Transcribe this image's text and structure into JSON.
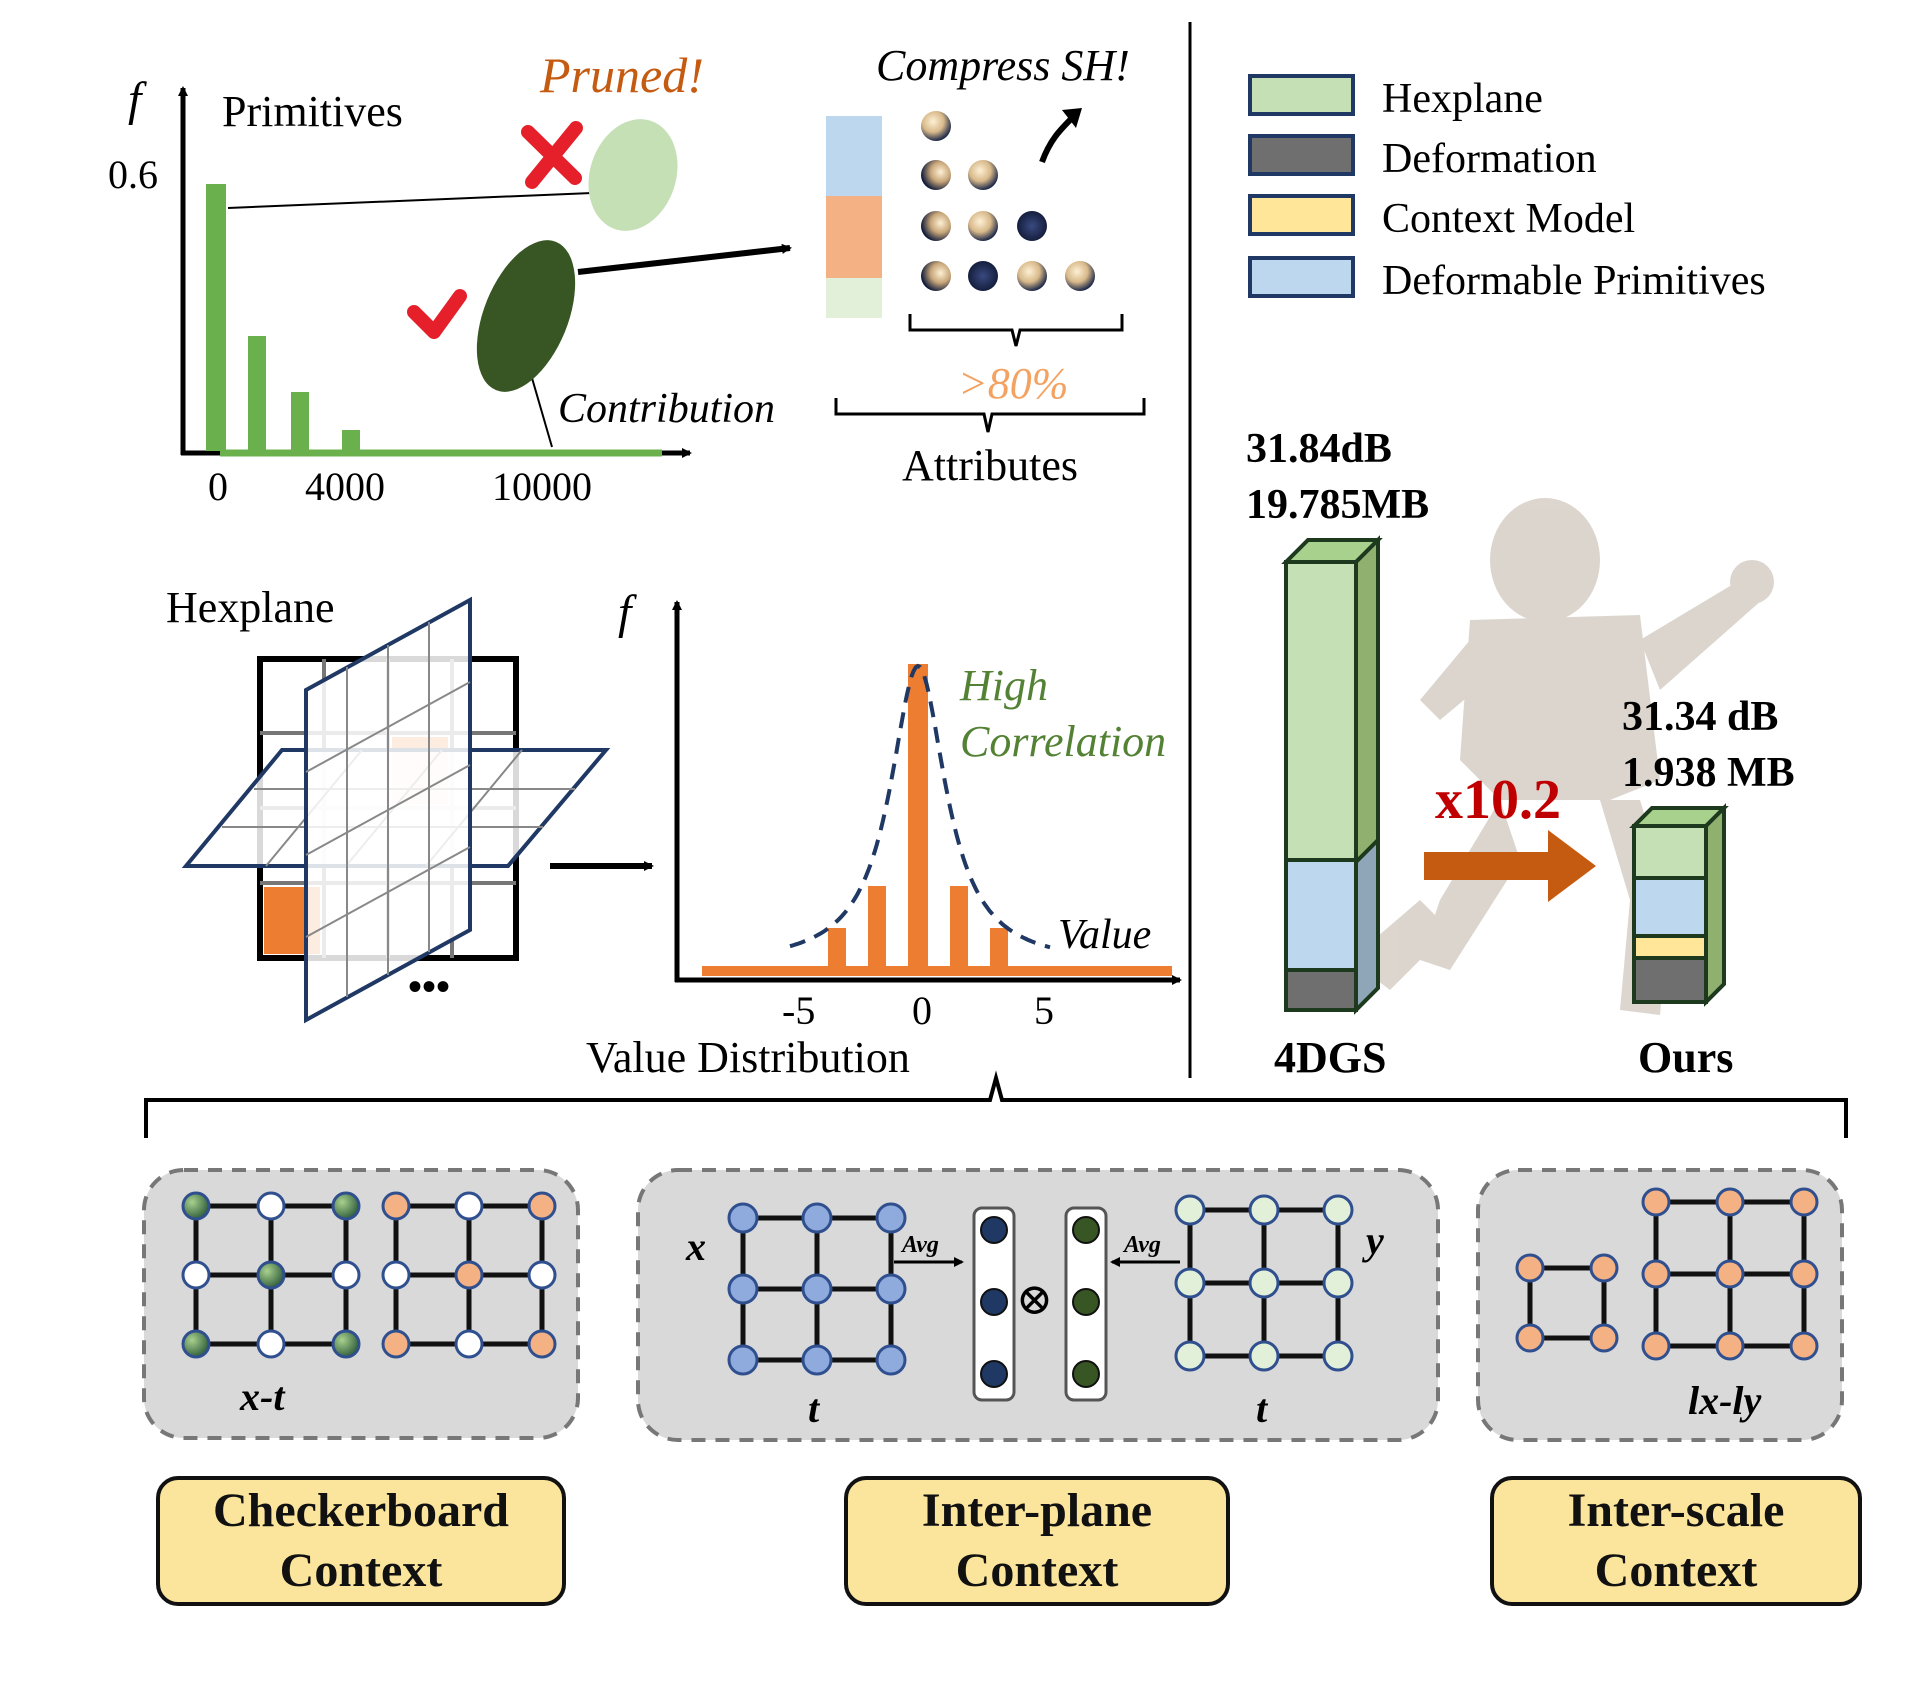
{
  "primitives_chart": {
    "y_axis_label": "f",
    "title": "Primitives",
    "y_tick": "0.6",
    "x_ticks": [
      "0",
      "4000",
      "10000"
    ],
    "x_axis_label": "Contribution",
    "pruned_label": "Pruned!",
    "compress_label": "Compress SH!",
    "percent_label": ">80%",
    "attributes_label": "Attributes",
    "bar_color": "#6ab04c"
  },
  "hexplane_panel": {
    "title": "Hexplane",
    "ellipsis": "•••",
    "highlight_color": "#ed7d31"
  },
  "value_chart": {
    "y_axis_label": "f",
    "annotation_line1": "High",
    "annotation_line2": "Correlation",
    "x_axis_label": "Value",
    "x_ticks": [
      "-5",
      "0",
      "5"
    ],
    "caption": "Value Distribution",
    "bar_color": "#ed7d31"
  },
  "legend": {
    "items": [
      {
        "label": "Hexplane",
        "color": "#c5e0b4"
      },
      {
        "label": "Deformation",
        "color": "#6f6f6f"
      },
      {
        "label": "Context Model",
        "color": "#ffe699"
      },
      {
        "label": "Deformable Primitives",
        "color": "#bdd7ee"
      }
    ]
  },
  "comparison": {
    "baseline_psnr": "31.84dB",
    "baseline_size": "19.785MB",
    "ours_psnr": "31.34 dB",
    "ours_size": "1.938 MB",
    "ratio": "x10.2",
    "baseline_label": "4DGS",
    "ours_label": "Ours"
  },
  "contexts": {
    "checkerboard_axis": "x-t",
    "interplane_x": "x",
    "interplane_y": "y",
    "interplane_t1": "t",
    "interplane_t2": "t",
    "avg_label": "Avg",
    "otimes": "⊗",
    "interscale_axis": "lx-ly",
    "boxes": [
      {
        "line1": "Checkerboard",
        "line2": "Context"
      },
      {
        "line1": "Inter-plane",
        "line2": "Context"
      },
      {
        "line1": "Inter-scale",
        "line2": "Context"
      }
    ]
  }
}
